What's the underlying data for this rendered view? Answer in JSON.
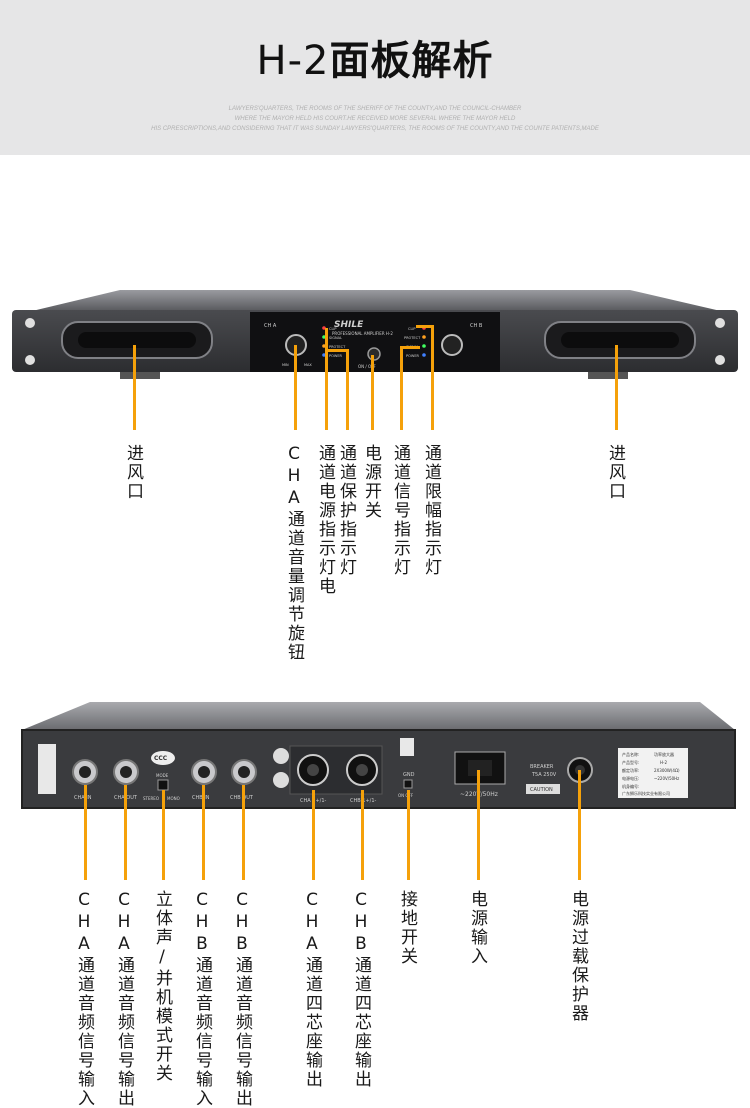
{
  "title": {
    "part1": "H-2",
    "part2": "面板解析"
  },
  "subtitle_lines": [
    "LAWYERS'QUARTERS, THE ROOMS OF THE SHERIFF OF THE COUNTY,AND THE COUNCIL-CHAMBER",
    "WHERE THE MAYOR HELD HIS COURT.HE RECEIVED MORE SEVERAL WHERE THE MAYOR HELD",
    "HIS CPRESCRIPTIONS,AND CONSIDERING THAT IT WAS SUNDAY LAWYERS'QUARTERS, THE ROOMS OF THE COUNTY,AND THE COUNTE PATIENTS,MADE"
  ],
  "colors": {
    "accent": "#f5a10a",
    "header_bg": "#e6e6e7",
    "chassis": "#3a3b3e"
  },
  "front_panel": {
    "brand": "SHILE",
    "model_line": "PROFESSIONAL AMPLIFIER H-2",
    "cha_mark": "CH A",
    "chb_mark": "CH B",
    "led_labels": [
      "CLIP",
      "SIGNAL",
      "PROTECT",
      "POWER"
    ],
    "led_labels_right": [
      "CLIP",
      "PROTECT",
      "SIGNAL",
      "POWER"
    ],
    "power_label": "ON / OFF",
    "knob_marks": [
      "MIN",
      "MAX"
    ]
  },
  "front_labels": [
    {
      "id": "vent-left",
      "text": "进风口"
    },
    {
      "id": "cha-volume",
      "text": "CHA通道音量调节旋钮"
    },
    {
      "id": "power-led",
      "text": "通道电源指示灯电"
    },
    {
      "id": "protect-led",
      "text": "通道保护指示灯"
    },
    {
      "id": "power-switch",
      "text": "电源开关"
    },
    {
      "id": "signal-led",
      "text": "通道信号指示灯"
    },
    {
      "id": "limit-led",
      "text": "通道限幅指示灯"
    },
    {
      "id": "vent-right",
      "text": "进风口"
    }
  ],
  "rear_panel": {
    "cha_in": "CHA IN",
    "cha_out": "CHA OUT",
    "mode": "MODE",
    "mode_options": [
      "STEREO",
      "MONO"
    ],
    "chb_in": "CHB IN",
    "chb_out": "CHB OUT",
    "ccc_badge": "CCC",
    "speakon_a": "CHA 1+/1-",
    "speakon_b": "CHB 1+/1-",
    "gnd": "GND",
    "gnd_switch": "ON OFF",
    "ac_input": "~220V/50Hz",
    "breaker": "BREAKER",
    "breaker_rating": "T5A 250V",
    "caution": "CAUTION",
    "spec_rows": [
      [
        "产品名称:",
        "功率放大器"
      ],
      [
        "产品型号:",
        "H-2"
      ],
      [
        "额定功率:",
        "2X300W(4Ω)"
      ],
      [
        "电源电压:",
        "~220V/50Hz"
      ],
      [
        "机身编号:",
        ""
      ],
      [
        "广东狮乐科技实业有限公司",
        ""
      ]
    ]
  },
  "rear_labels": [
    {
      "id": "cha-in",
      "text": "CHA通道音频信号输入"
    },
    {
      "id": "cha-out",
      "text": "CHA通道音频信号输出"
    },
    {
      "id": "mode-switch",
      "text": "立体声/并机模式开关"
    },
    {
      "id": "chb-in",
      "text": "CHB通道音频信号输入"
    },
    {
      "id": "chb-out",
      "text": "CHB通道音频信号输出"
    },
    {
      "id": "cha-speakon",
      "text": "CHA通道四芯座输出"
    },
    {
      "id": "chb-speakon",
      "text": "CHB通道四芯座输出"
    },
    {
      "id": "gnd-switch",
      "text": "接地开关"
    },
    {
      "id": "power-input",
      "text": "电源输入"
    },
    {
      "id": "breaker",
      "text": "电源过载保护器"
    }
  ]
}
